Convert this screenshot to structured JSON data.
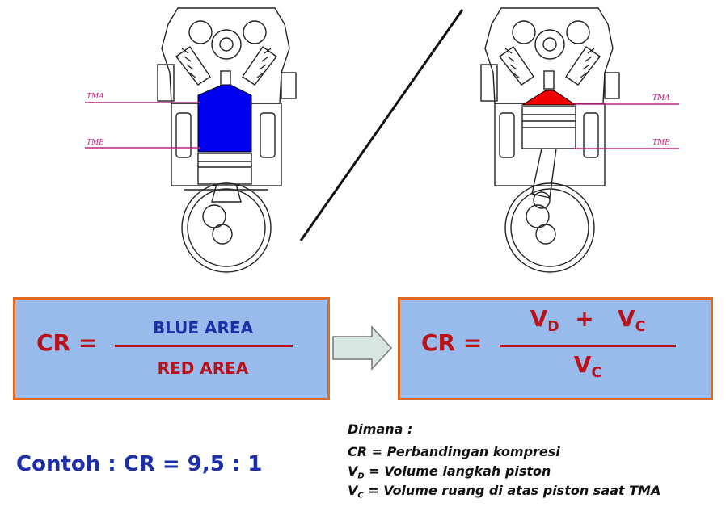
{
  "diagram": {
    "left_engine": {
      "tdc_label": "TMA",
      "bdc_label": "TMB",
      "fill_color": "#0000ee"
    },
    "right_engine": {
      "tdc_label": "TMA",
      "bdc_label": "TMB",
      "fill_color": "#ee0000"
    }
  },
  "formula_left": {
    "lhs": "CR =",
    "numerator": "BLUE AREA",
    "denominator": "RED AREA",
    "numerator_color": "#1d2fa6",
    "denominator_color": "#b8131a"
  },
  "formula_right": {
    "lhs": "CR =",
    "num_vd_base": "V",
    "num_vd_sub": "D",
    "plus": "+",
    "num_vc_base": "V",
    "num_vc_sub": "C",
    "den_base": "V",
    "den_sub": "C"
  },
  "example": {
    "text": "Contoh : CR = 9,5 : 1"
  },
  "legend": {
    "title": "Dimana :",
    "line1": "CR = Perbandingan kompresi",
    "line2_sym": "V",
    "line2_sub": "D",
    "line2_text": " = Volume langkah piston",
    "line3_sym": "V",
    "line3_sub": "C",
    "line3_text": " = Volume ruang di atas piston saat TMA"
  }
}
